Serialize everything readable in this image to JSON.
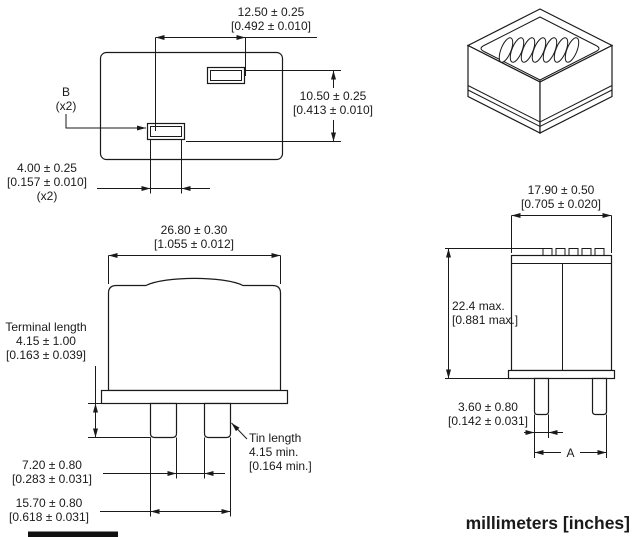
{
  "top_view": {
    "dim_x": {
      "mm": "12.50 ± 0.25",
      "inch": "[0.492 ± 0.010]"
    },
    "dim_y": {
      "mm": "10.50 ± 0.25",
      "inch": "[0.413 ± 0.010]"
    },
    "dim_b": {
      "mm": "4.00 ± 0.25",
      "inch": "[0.157 ± 0.010]",
      "qty": "(x2)"
    },
    "label_b": {
      "text": "B",
      "qty": "(x2)"
    }
  },
  "front_view": {
    "dim_width": {
      "mm": "26.80 ± 0.30",
      "inch": "[1.055 ± 0.012]"
    },
    "terminal_length": {
      "label": "Terminal length",
      "mm": "4.15 ± 1.00",
      "inch": "[0.163 ± 0.039]"
    },
    "tin_length": {
      "label": "Tin length",
      "mm": "4.15 min.",
      "inch": "[0.164 min.]"
    },
    "dim_pin_gap": {
      "mm": "7.20 ± 0.80",
      "inch": "[0.283 ± 0.031]"
    },
    "dim_pin_span": {
      "mm": "15.70 ± 0.80",
      "inch": "[0.618 ± 0.031]"
    }
  },
  "side_view": {
    "dim_depth": {
      "mm": "17.90 ± 0.50",
      "inch": "[0.705 ± 0.020]"
    },
    "dim_height": {
      "mm": "22.4 max.",
      "inch": "[0.881 max.]"
    },
    "dim_pin_width": {
      "mm": "3.60 ± 0.80",
      "inch": "[0.142 ± 0.031]"
    },
    "dim_a": "A"
  },
  "footer": {
    "units_note": "millimeters [inches]"
  }
}
